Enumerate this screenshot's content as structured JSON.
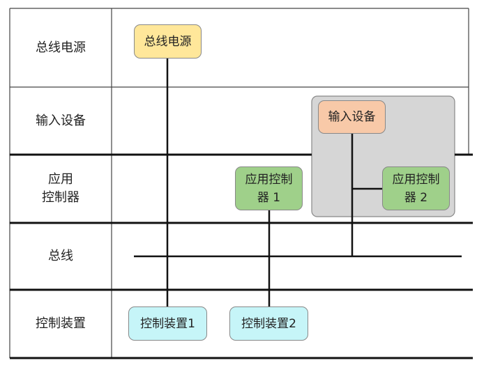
{
  "rows": [
    {
      "label": "总线电源"
    },
    {
      "label": "输入设备"
    },
    {
      "label": "应用\n控制器"
    },
    {
      "label": "总线"
    },
    {
      "label": "控制装置"
    }
  ],
  "nodes": {
    "power": {
      "label": "总线电源",
      "color": "#FFE79A"
    },
    "input": {
      "label": "输入设备",
      "color": "#F8C9A8"
    },
    "app1": {
      "label": "应用控制\n器 1",
      "color": "#9FD08A"
    },
    "app2": {
      "label": "应用控制\n器 2",
      "color": "#9FD08A"
    },
    "ctrl1": {
      "label": "控制装置1",
      "color": "#C6F5F8"
    },
    "ctrl2": {
      "label": "控制装置2",
      "color": "#C6F5F8"
    }
  },
  "colors": {
    "group_fill": "#D6D6D6",
    "line": "#111111"
  }
}
